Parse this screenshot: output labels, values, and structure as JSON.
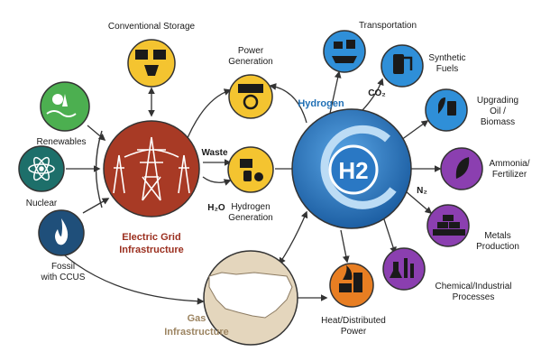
{
  "nodes": {
    "conventional_storage": "Conventional Storage",
    "power_generation": [
      "Power",
      "Generation"
    ],
    "renewables": "Renewables",
    "nuclear": "Nuclear",
    "fossil": [
      "Fossil",
      "with CCUS"
    ],
    "electric_grid": [
      "Electric Grid",
      "Infrastructure"
    ],
    "waste": "Waste",
    "h2o": "H₂O",
    "hydrogen_generation": [
      "Hydrogen",
      "Generation"
    ],
    "gas_infrastructure": [
      "Gas",
      "Infrastructure"
    ],
    "hydrogen": "Hydrogen",
    "h2_symbol": "H2",
    "transportation": "Transportation",
    "co2": "CO₂",
    "synthetic_fuels": [
      "Synthetic",
      "Fuels"
    ],
    "upgrading": [
      "Upgrading",
      "Oil /",
      "Biomass"
    ],
    "n2": "N₂",
    "ammonia": [
      "Ammonia/",
      "Fertilizer"
    ],
    "metals": [
      "Metals",
      "Production"
    ],
    "chemical": [
      "Chemical/Industrial",
      "Processes"
    ],
    "heat": [
      "Heat/Distributed",
      "Power"
    ]
  },
  "colors": {
    "grid": "#a83a25",
    "hydrogen": "#2a78c4",
    "gas": "#e4d6bd",
    "yellow": "#f4c430",
    "green": "#4caf50",
    "teal": "#1d6f6a",
    "navy": "#1f4f7a",
    "blue": "#2f8fd8",
    "purple": "#8b3fb0",
    "orange": "#e87e22"
  }
}
